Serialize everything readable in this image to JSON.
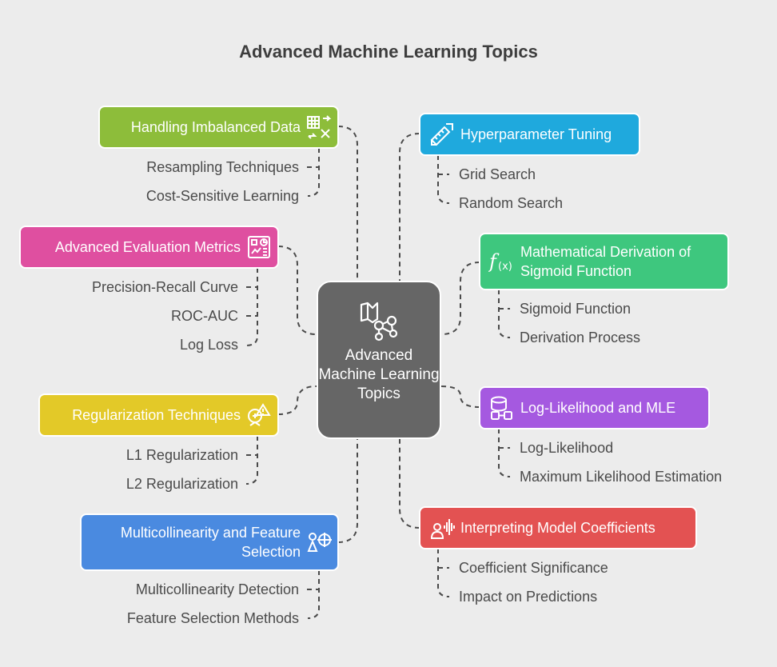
{
  "title": "Advanced Machine Learning Topics",
  "center": {
    "label": "Advanced Machine Learning Topics",
    "icon": "machine-learning-icon"
  },
  "topics": {
    "imbalanced": {
      "label": "Handling Imbalanced Data",
      "color": "#8dbd3a",
      "icon": "data-table-icon",
      "subs": [
        "Resampling Techniques",
        "Cost-Sensitive Learning"
      ]
    },
    "evaluation": {
      "label": "Advanced Evaluation Metrics",
      "color": "#df4fa0",
      "icon": "dashboard-icon",
      "subs": [
        "Precision-Recall Curve",
        "ROC-AUC",
        "Log Loss"
      ]
    },
    "regularization": {
      "label": "Regularization Techniques",
      "color": "#e3c928",
      "icon": "warning-icon",
      "subs": [
        "L1 Regularization",
        "L2 Regularization"
      ]
    },
    "multicollinearity": {
      "label": "Multicollinearity and Feature Selection",
      "color": "#4a8ae0",
      "icon": "feature-select-icon",
      "subs": [
        "Multicollinearity Detection",
        "Feature Selection Methods"
      ]
    },
    "hyperparameter": {
      "label": "Hyperparameter Tuning",
      "color": "#1fa9dd",
      "icon": "tuning-icon",
      "subs": [
        "Grid Search",
        "Random Search"
      ]
    },
    "sigmoid": {
      "label": "Mathematical Derivation of Sigmoid Function",
      "color": "#3ec77e",
      "icon": "function-icon",
      "subs": [
        "Sigmoid Function",
        "Derivation Process"
      ]
    },
    "likelihood": {
      "label": "Log-Likelihood and MLE",
      "color": "#a559e0",
      "icon": "database-icon",
      "subs": [
        "Log-Likelihood",
        "Maximum Likelihood Estimation"
      ]
    },
    "coefficients": {
      "label": "Interpreting Model Coefficients",
      "color": "#e35252",
      "icon": "voice-analysis-icon",
      "subs": [
        "Coefficient Significance",
        "Impact on Predictions"
      ]
    }
  }
}
